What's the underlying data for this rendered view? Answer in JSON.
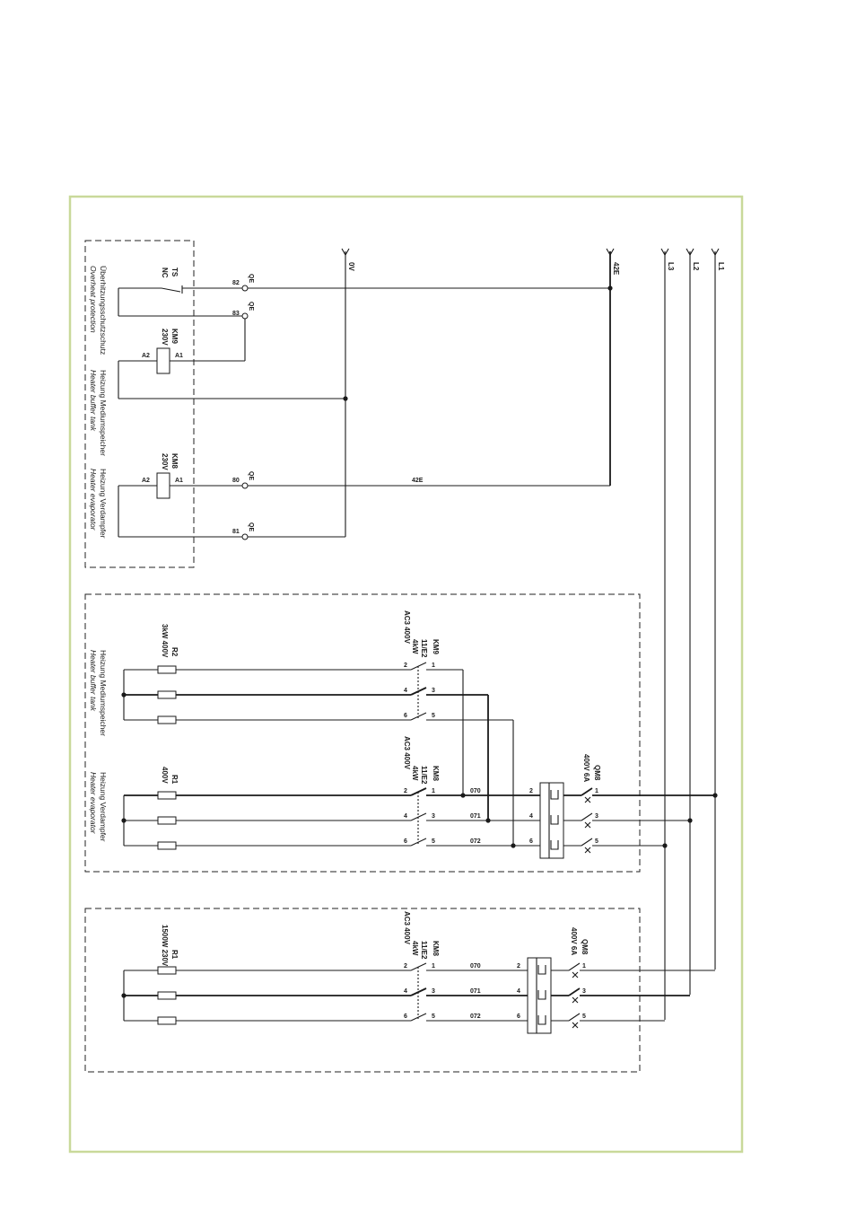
{
  "power": {
    "l1": "L1",
    "l2": "L2",
    "l3": "L3",
    "zero": "0V",
    "n42": "42E"
  },
  "control": {
    "wire_42e": "42E",
    "ts": {
      "tag": "TS",
      "type": "NC",
      "t1": "82",
      "t2": "83",
      "ref": "QE"
    },
    "km9": {
      "tag": "KM9",
      "voltage": "230V",
      "a1": "A1",
      "a2": "A2"
    },
    "km8": {
      "tag": "KM8",
      "voltage": "230V",
      "a1": "A1",
      "a2": "A2",
      "t1": "80",
      "t2": "81",
      "ref": "QE"
    },
    "labels": {
      "overheat_de": "Überhitzungsschutzschutz",
      "overheat_en": "Overheat protection",
      "buffer_de": "Heizung Mediumspeicher",
      "buffer_en": "Heater buffer tank",
      "evap_de": "Heizung Verdampfer",
      "evap_en": "Heater evaporator"
    }
  },
  "heater_400v": {
    "r2": {
      "tag": "R2",
      "rating": "3kW 400V"
    },
    "r1": {
      "tag": "R1",
      "rating": "400V"
    },
    "km9": {
      "tag": "KM9",
      "ref": "11/E2",
      "power": "4kW",
      "cat": "AC3 400V"
    },
    "km8": {
      "tag": "KM8",
      "ref": "11/E2",
      "power": "4kW",
      "cat": "AC3 400V"
    },
    "qm": {
      "tag": "QM8",
      "rating": "400V 6A"
    },
    "wires": [
      "070",
      "071",
      "072"
    ],
    "poles_in": [
      "1",
      "3",
      "5"
    ],
    "poles_out": [
      "2",
      "4",
      "6"
    ],
    "labels": {
      "buffer_de": "Heizung Mediumspeicher",
      "buffer_en": "Heater buffer tank",
      "evap_de": "Heizung Verdampfer",
      "evap_en": "Heater evaporator"
    }
  },
  "heater_230v": {
    "r1": {
      "tag": "R1",
      "rating": "1500W 230V"
    },
    "km8": {
      "tag": "KM8",
      "ref": "11/E2",
      "power": "4kW",
      "cat": "AC3 400V"
    },
    "qm": {
      "tag": "QM8",
      "rating": "400V 6A"
    },
    "wires": [
      "070",
      "071",
      "072"
    ],
    "poles_in": [
      "1",
      "3",
      "5"
    ],
    "poles_out": [
      "2",
      "4",
      "6"
    ]
  }
}
